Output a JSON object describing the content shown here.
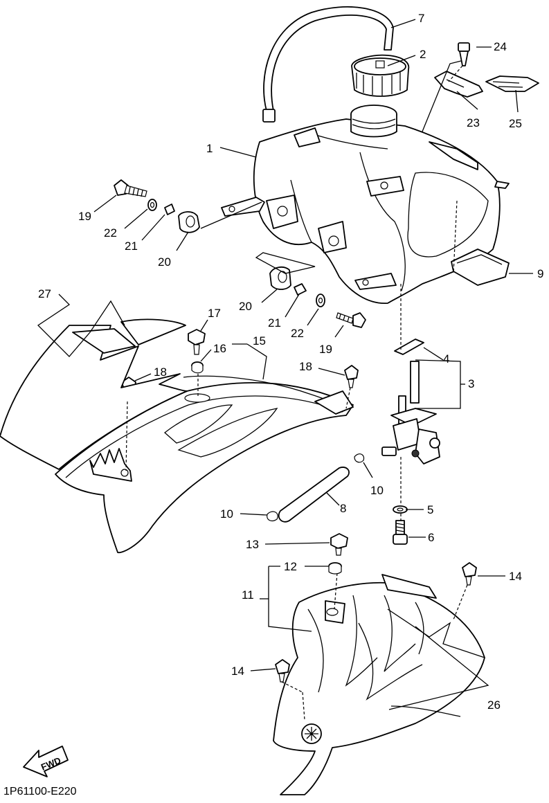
{
  "diagram": {
    "code": "1P61100-E220",
    "fwd_label": "FWD",
    "callouts": [
      {
        "id": "c1",
        "label": "1"
      },
      {
        "id": "c2",
        "label": "2"
      },
      {
        "id": "c3",
        "label": "3"
      },
      {
        "id": "c4",
        "label": "4"
      },
      {
        "id": "c5",
        "label": "5"
      },
      {
        "id": "c6",
        "label": "6"
      },
      {
        "id": "c7",
        "label": "7"
      },
      {
        "id": "c8",
        "label": "8"
      },
      {
        "id": "c9",
        "label": "9"
      },
      {
        "id": "c10a",
        "label": "10"
      },
      {
        "id": "c10b",
        "label": "10"
      },
      {
        "id": "c11",
        "label": "11"
      },
      {
        "id": "c12",
        "label": "12"
      },
      {
        "id": "c13",
        "label": "13"
      },
      {
        "id": "c14a",
        "label": "14"
      },
      {
        "id": "c14b",
        "label": "14"
      },
      {
        "id": "c15",
        "label": "15"
      },
      {
        "id": "c16",
        "label": "16"
      },
      {
        "id": "c17",
        "label": "17"
      },
      {
        "id": "c18a",
        "label": "18"
      },
      {
        "id": "c18b",
        "label": "18"
      },
      {
        "id": "c19a",
        "label": "19"
      },
      {
        "id": "c19b",
        "label": "19"
      },
      {
        "id": "c20a",
        "label": "20"
      },
      {
        "id": "c20b",
        "label": "20"
      },
      {
        "id": "c21a",
        "label": "21"
      },
      {
        "id": "c21b",
        "label": "21"
      },
      {
        "id": "c22a",
        "label": "22"
      },
      {
        "id": "c22b",
        "label": "22"
      },
      {
        "id": "c23",
        "label": "23"
      },
      {
        "id": "c24",
        "label": "24"
      },
      {
        "id": "c25",
        "label": "25"
      },
      {
        "id": "c26",
        "label": "26"
      },
      {
        "id": "c27",
        "label": "27"
      }
    ]
  }
}
